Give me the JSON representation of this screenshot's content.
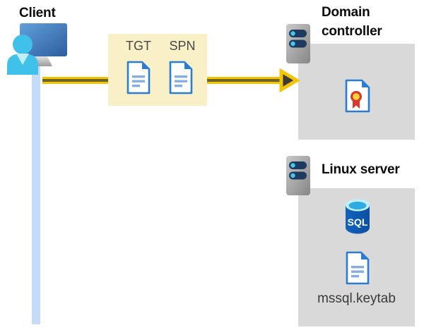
{
  "diagram": {
    "client": {
      "label": "Client"
    },
    "tickets": {
      "tgt": "TGT",
      "spn": "SPN"
    },
    "domain_controller": {
      "label": "Domain controller"
    },
    "linux_server": {
      "label": "Linux server",
      "database_label": "SQL",
      "keytab_label": "mssql.keytab"
    }
  },
  "icons": {
    "client": "person-at-computer-icon",
    "server": "server-icon",
    "ticket_document": "document-icon",
    "certificate": "certificate-icon",
    "database": "sql-database-icon",
    "flow": "right-arrow-icon"
  },
  "colors": {
    "arrow_yellow": "#F2C500",
    "arrow_stripe": "#6E6426",
    "arrowhead_fill": "#3B3A39",
    "ticket_box_bg": "#FAF0C8",
    "zone_bg": "#D9D9D9",
    "document_blue": "#2B7CD3",
    "document_lines": "#85AEDE",
    "client_line_blue": "#C4DCF7",
    "person_cyan": "#40C1E9",
    "monitor_blue": "#3C74B6",
    "server_pill_navy": "#1F3A5F",
    "server_dot_cyan": "#47C7EF",
    "sql_body_blue": "#0F5CB4",
    "sql_top_cyan": "#2EABE2",
    "certificate_red": "#D8382E",
    "certificate_yellow": "#FFD43A"
  }
}
